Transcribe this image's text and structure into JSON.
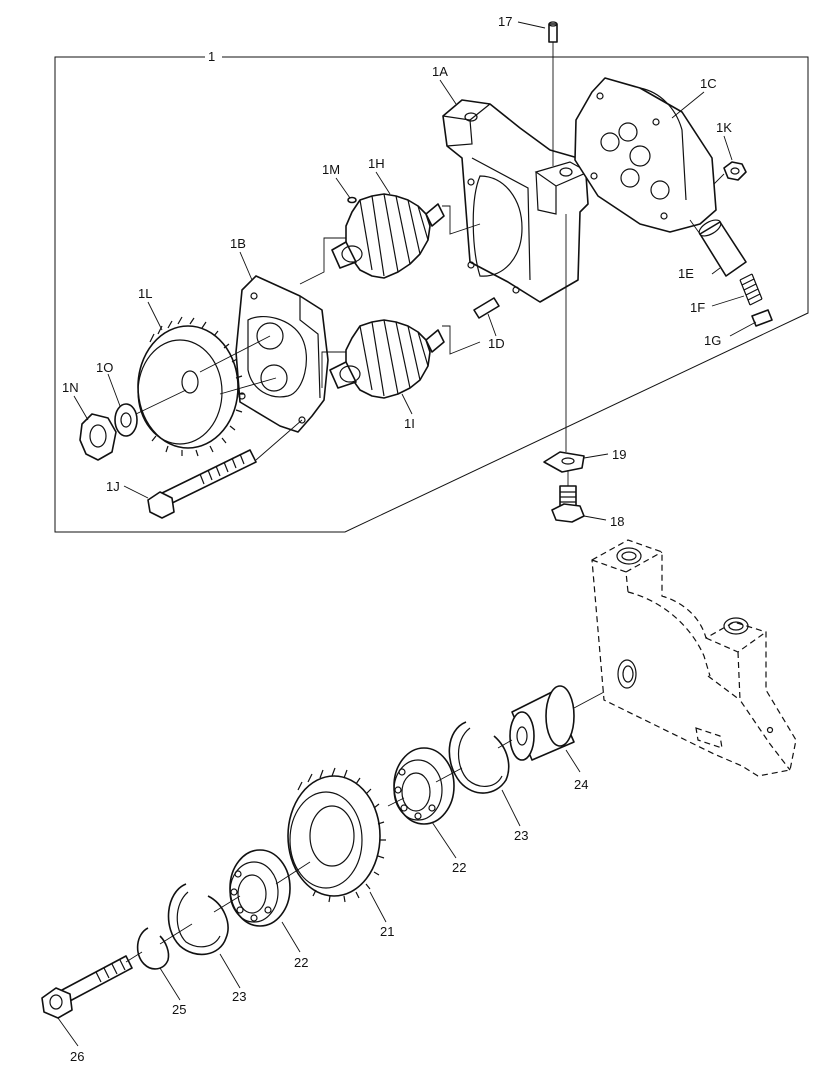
{
  "diagram": {
    "labels": {
      "n1": "1",
      "n1A": "1A",
      "n1B": "1B",
      "n1C": "1C",
      "n1D": "1D",
      "n1E": "1E",
      "n1F": "1F",
      "n1G": "1G",
      "n1H": "1H",
      "n1I": "1I",
      "n1J": "1J",
      "n1K": "1K",
      "n1L": "1L",
      "n1M": "1M",
      "n1N": "1N",
      "n1O": "1O",
      "n17": "17",
      "n18": "18",
      "n19": "19",
      "n21": "21",
      "n22a": "22",
      "n22b": "22",
      "n23a": "23",
      "n23b": "23",
      "n24": "24",
      "n25": "25",
      "n26": "26"
    }
  }
}
